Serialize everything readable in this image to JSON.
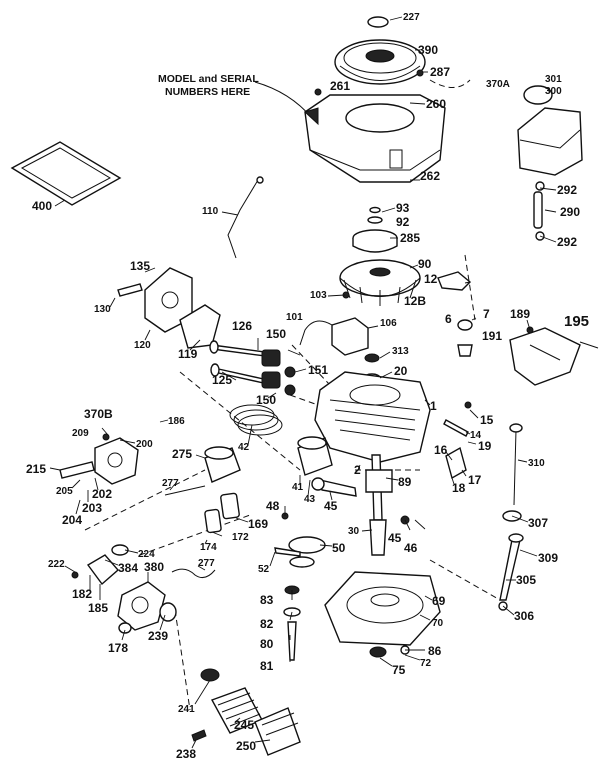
{
  "note": {
    "line1": "MODEL and SERIAL",
    "line2": "NUMBERS HERE"
  },
  "labels": {
    "p227": "227",
    "p390": "390",
    "p287": "287",
    "p370A": "370A",
    "p261": "261",
    "p260": "260",
    "p262": "262",
    "p301": "301",
    "p300": "300",
    "p292a": "292",
    "p290": "290",
    "p292b": "292",
    "p400": "400",
    "p110": "110",
    "p93": "93",
    "p92": "92",
    "p285": "285",
    "p90": "90",
    "p12": "12",
    "p12B": "12B",
    "p7": "7",
    "p103": "103",
    "p135": "135",
    "p130": "130",
    "p120": "120",
    "p119": "119",
    "p126": "126",
    "p101": "101",
    "p150a": "150",
    "p106": "106",
    "p6": "6",
    "p313": "313",
    "p189": "189",
    "p195": "195",
    "p191": "191",
    "p125": "125",
    "p151": "151",
    "p20": "20",
    "p150b": "150",
    "p1": "1",
    "p370B": "370B",
    "p186": "186",
    "p15": "15",
    "p14": "14",
    "p19": "19",
    "p209": "209",
    "p200": "200",
    "p275": "275",
    "p42": "42",
    "p16": "16",
    "p17": "17",
    "p18": "18",
    "p310": "310",
    "p215": "215",
    "p205": "205",
    "p202": "202",
    "p277a": "277",
    "p2": "2",
    "p89": "89",
    "p41": "41",
    "p43": "43",
    "p203": "203",
    "p204": "204",
    "p45a": "45",
    "p48": "48",
    "p169": "169",
    "p307": "307",
    "p172": "172",
    "p174": "174",
    "p30": "30",
    "p45b": "45",
    "p46": "46",
    "p50": "50",
    "p224": "224",
    "p309": "309",
    "p222": "222",
    "p384": "384",
    "p380": "380",
    "p277b": "277",
    "p52": "52",
    "p305": "305",
    "p182": "182",
    "p83": "83",
    "p69": "69",
    "p185": "185",
    "p239": "239",
    "p306": "306",
    "p82": "82",
    "p70": "70",
    "p178": "178",
    "p80": "80",
    "p86": "86",
    "p81": "81",
    "p72": "72",
    "p75": "75",
    "p241": "241",
    "p245": "245",
    "p238": "238",
    "p250": "250"
  }
}
